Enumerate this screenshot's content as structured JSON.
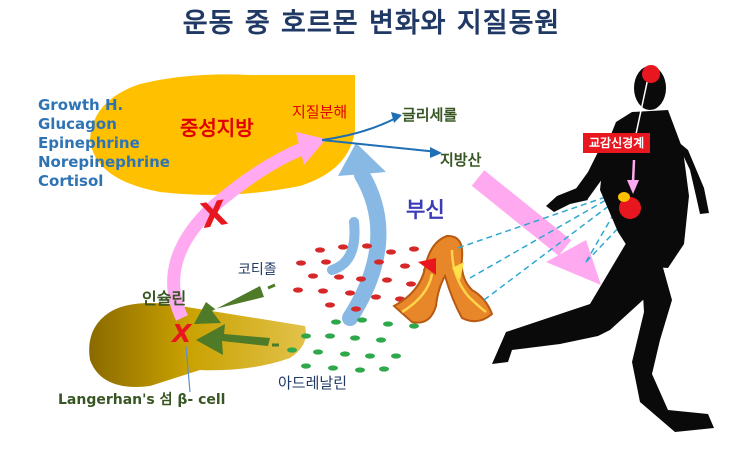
{
  "title": "운동 중 호르몬 변화와 지질동원",
  "hormones": [
    "Growth H.",
    "Glucagon",
    "Epinephrine",
    "Norepinephrine",
    "Cortisol"
  ],
  "labels": {
    "neutral_fat": "중성지방",
    "lipolysis": "지질분해",
    "glycerol": "글리세롤",
    "fatty_acid": "지방산",
    "adrenal_gland": "부신",
    "cortisol": "코티졸",
    "insulin": "인슐린",
    "adrenaline": "아드레날린",
    "langerhans": "Langerhan's 섬  β- cell",
    "sympathetic_nerve": "교감신경계",
    "x_mark_inhibit_1": "X",
    "x_mark_inhibit_2": "X"
  },
  "colors": {
    "title": "#1f3864",
    "hormone_text": "#2e74b5",
    "fat_tissue": "#ffc000",
    "pancreas": "#c9a100",
    "pink_arrow": "#ffaaf0",
    "blue_arrow": "#88b8e4",
    "green_arrow": "#4f7a28",
    "red_dot": "#d62828",
    "green_dot": "#2ea84a",
    "inhibit": "#e8171f",
    "runner": "#0a0a0a"
  }
}
